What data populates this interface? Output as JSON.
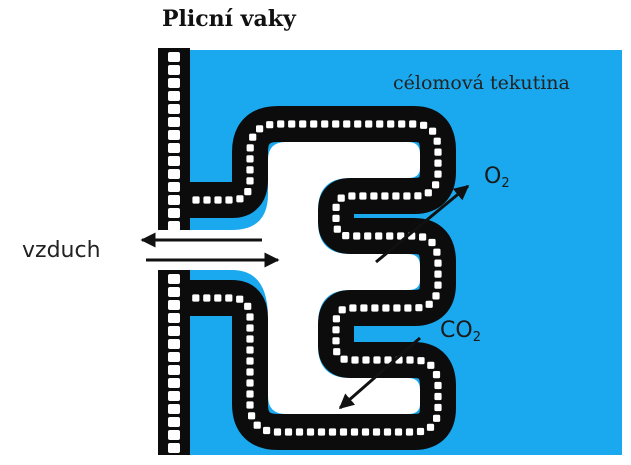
{
  "title": "Plicní vaky",
  "labels": {
    "fluid": "célomová tekutina",
    "air": "vzduch",
    "o2_main": "O",
    "o2_sub": "2",
    "co2_main": "CO",
    "co2_sub": "2"
  },
  "colors": {
    "fluid": "#1aa8ee",
    "tissue": "#0c0c0c",
    "cell": "#ffffff",
    "cavity": "#ffffff"
  }
}
